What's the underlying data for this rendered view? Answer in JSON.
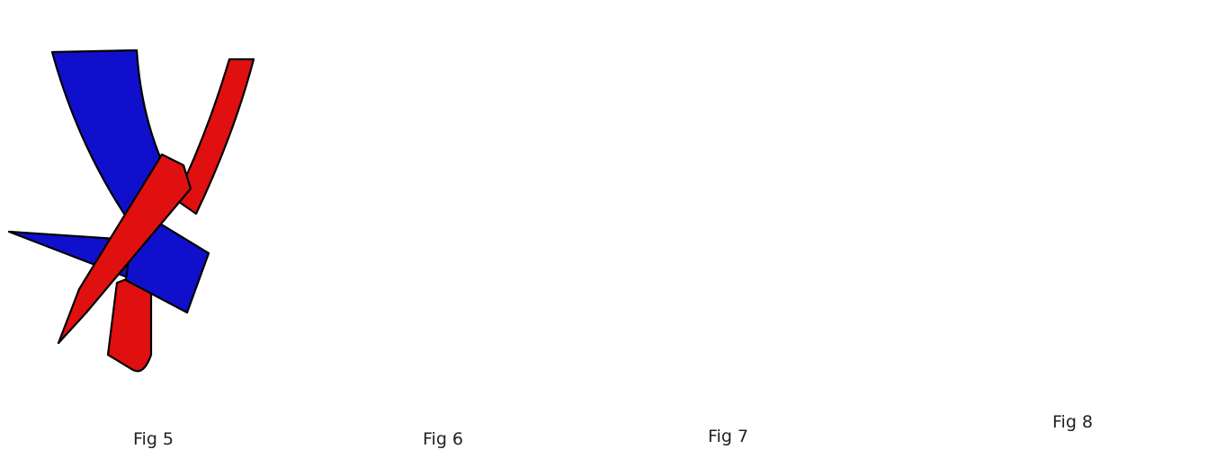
{
  "colors": {
    "blue": "#1010cc",
    "red": "#e01010",
    "scarf_red": "#cc1a1a",
    "scarf_yellow": "#f2c41c"
  },
  "figures": [
    {
      "caption": "Fig 5"
    },
    {
      "caption": "Fig 6"
    },
    {
      "caption": "Fig 7"
    },
    {
      "caption": "Fig 8"
    }
  ]
}
